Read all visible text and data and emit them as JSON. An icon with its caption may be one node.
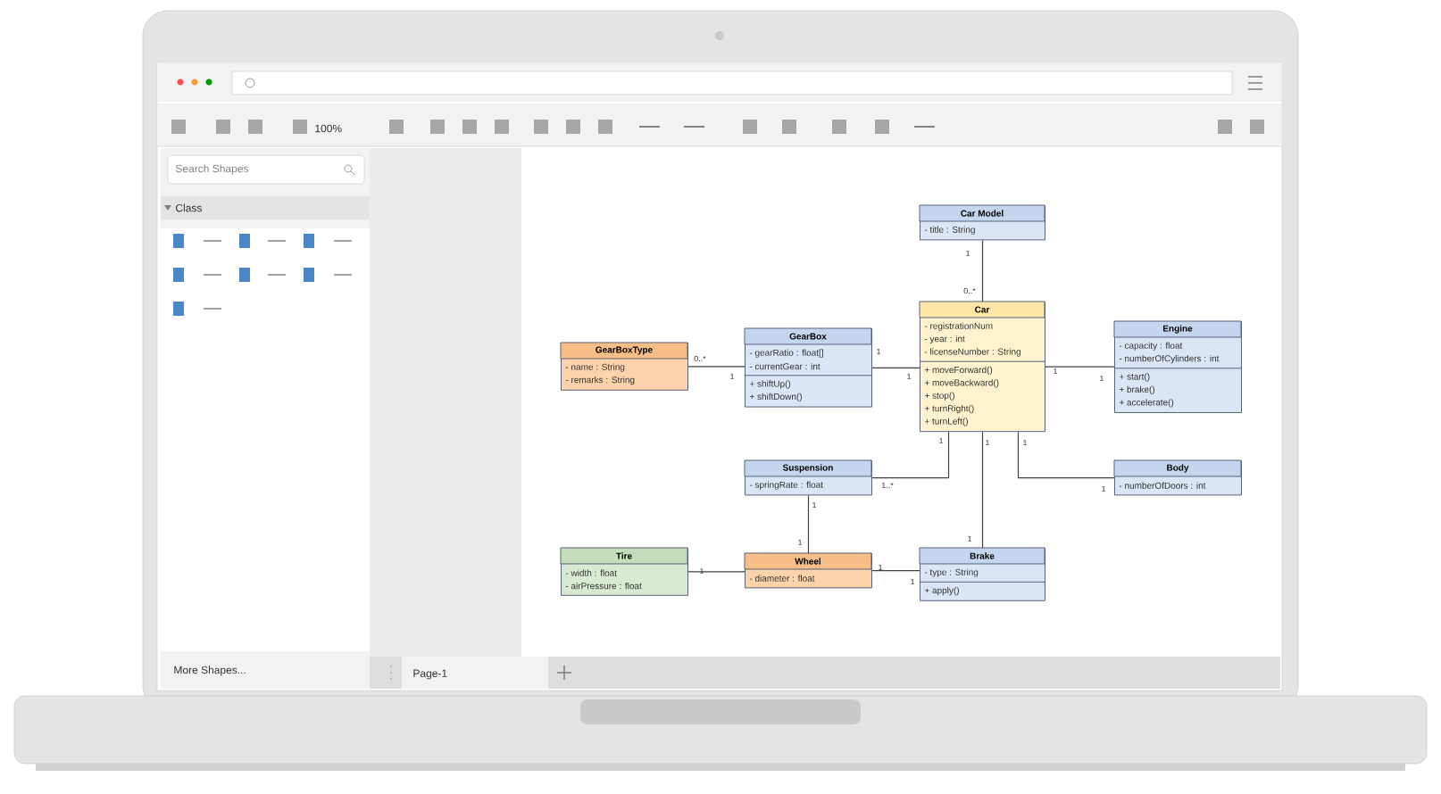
{
  "diagram": {
    "nodes": [
      {
        "text": [
          "Car Model",
          "- title : String"
        ]
      },
      {
        "text": [
          "GearBoxType",
          "- name : String",
          "- remarks : String"
        ]
      },
      {
        "text": [
          "GearBox",
          "- gearRatio : float[]",
          "- currentGear : int",
          "+ shiftUp()",
          "+ shiftDown()"
        ]
      },
      {
        "text": [
          "Car",
          "- registrationNum",
          "- year : int",
          "- licenseNumber : String",
          "+ moveForward()",
          "+ moveBackward()",
          "+ stop()",
          "+ turnRight()",
          "+ turnLeft()"
        ]
      },
      {
        "text": [
          "Engine",
          "- capacity : float",
          "- numberOfCylinders : int",
          "+ start()",
          "+ brake()",
          "+ accelerate()"
        ]
      },
      {
        "text": [
          "Suspension",
          "- springRate : float"
        ]
      },
      {
        "text": [
          "Body",
          "- numberOfDoors : int"
        ]
      },
      {
        "text": [
          "Tire",
          "- width : float",
          "- airPressure : float"
        ]
      },
      {
        "text": [
          "Wheel",
          "- diameter : float"
        ]
      },
      {
        "text": [
          "Brake",
          "- type : String",
          "+ apply()"
        ]
      }
    ],
    "edges": [
      {
        "from": 0,
        "to": 3,
        "arrow": "none"
      },
      {
        "from": 1,
        "to": 2,
        "arrow": "none"
      },
      {
        "from": 2,
        "to": 3,
        "arrow": "none"
      },
      {
        "from": 3,
        "to": 4,
        "arrow": "none"
      },
      {
        "from": 3,
        "to": 5,
        "arrow": "none"
      },
      {
        "from": 3,
        "to": 6,
        "arrow": "none"
      },
      {
        "from": 3,
        "to": 9,
        "arrow": "none"
      },
      {
        "from": 5,
        "to": 8,
        "arrow": "none"
      },
      {
        "from": 7,
        "to": 8,
        "arrow": "none"
      },
      {
        "from": 8,
        "to": 9,
        "arrow": "none"
      }
    ],
    "labels": [
      "100%",
      "Search Shapes",
      "Class",
      "More Shapes...",
      "Page-1",
      "1",
      "0..*",
      "0..*",
      "1",
      "1",
      "1",
      "1",
      "1",
      "1",
      "1..*",
      "1",
      "1",
      "1",
      "1",
      "1",
      "1",
      "1",
      "1",
      "1"
    ]
  }
}
